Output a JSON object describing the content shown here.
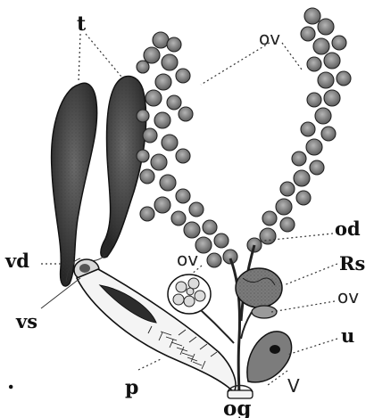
{
  "labels": {
    "t": "t",
    "ov_top": "ov",
    "vd": "vd",
    "vs": "vs",
    "ov_left": "ov",
    "od": "od",
    "rs": "Rs",
    "ov_right": "ov",
    "u": "u",
    "v": "V",
    "p": "p",
    "og": "og",
    "dot": "."
  },
  "colors": {
    "ink": "#222222",
    "testis_dark": "#3a3a3a",
    "ovary_fill": "#8c8c8c",
    "paper": "#ffffff"
  }
}
